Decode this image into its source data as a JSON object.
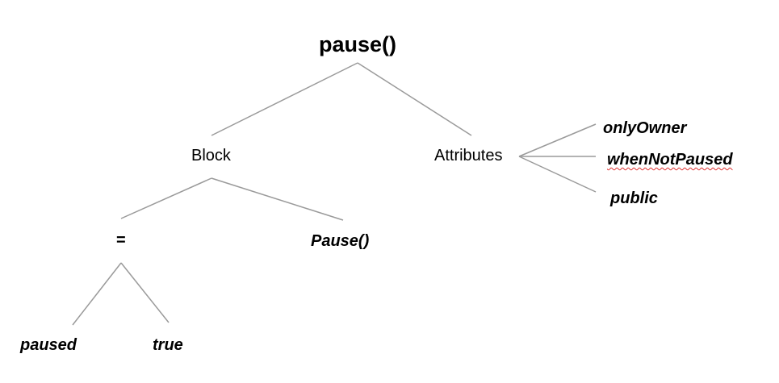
{
  "tree": {
    "root": "pause()",
    "block": "Block",
    "attributes": "Attributes",
    "assign": "=",
    "pause_call": "Pause()",
    "paused": "paused",
    "true_value": "true",
    "only_owner": "onlyOwner",
    "when_not_paused": "whenNotPaused",
    "public": "public"
  },
  "colors": {
    "edge": "#9a9a9a",
    "spellcheck_underline": "#e03030"
  }
}
